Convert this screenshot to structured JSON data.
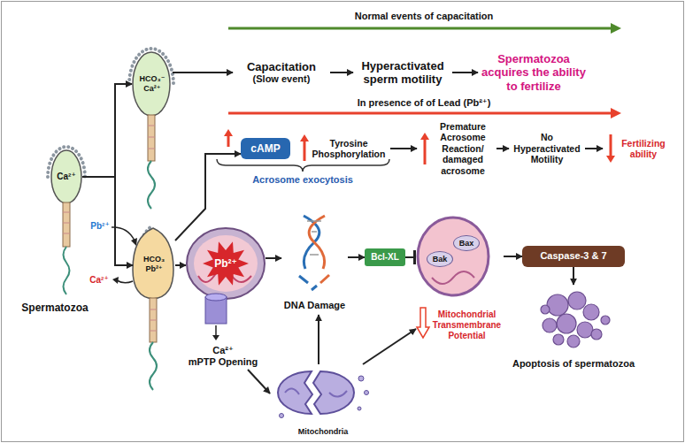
{
  "diagram": {
    "nodes": [
      {
        "text": [
          "Ca²⁺"
        ]
      },
      {
        "text": [
          "HCO₃⁻ Ca²⁺"
        ]
      },
      {
        "text": [
          "HCO₃ Pb²⁺"
        ]
      },
      {
        "text": [
          "Capacitation",
          "(Slow event)"
        ]
      },
      {
        "text": [
          "Hyperactivated sperm motility"
        ]
      },
      {
        "text": [
          "Spermatozoa acquires the ability to fertilize"
        ]
      },
      {
        "text": [
          "cAMP"
        ]
      },
      {
        "text": [
          "Tyrosine Phosphorylation"
        ]
      },
      {
        "text": [
          "Premature Acrosome Reaction/ damaged acrosome"
        ]
      },
      {
        "text": [
          "No Hyperactivated Motility"
        ]
      },
      {
        "text": [
          "Fertilizing ability"
        ]
      },
      {
        "text": [
          "Pb²⁺"
        ]
      },
      {
        "text": [
          "Ca²⁺",
          "mPTP Opening"
        ]
      },
      {
        "text": [
          "DNA Damage"
        ]
      },
      {
        "text": [
          "Bcl-XL"
        ]
      },
      {
        "text": [
          "Mitochondrial Transmembrane Potential"
        ]
      },
      {
        "text": [
          "Bak"
        ],
        "in": 15
      },
      {
        "text": [
          "Bax"
        ],
        "in": 15
      },
      {
        "text": [
          "Mitochondria"
        ]
      },
      {
        "text": [
          "Caspase-3 & 7"
        ]
      },
      {
        "text": [
          "Apoptosis of spermatozoa"
        ]
      }
    ],
    "edges": [
      {
        "from": 0,
        "to": 1,
        "arrow": "to"
      },
      {
        "from": 0,
        "to": 2,
        "arrow": "to"
      },
      {
        "from": 1,
        "to": 3,
        "arrow": "to"
      },
      {
        "from": 3,
        "to": 4,
        "arrow": "to"
      },
      {
        "from": 4,
        "to": 5,
        "arrow": "to"
      },
      {
        "from": 2,
        "to": 6,
        "arrow": "to"
      },
      {
        "from": 7,
        "to": 8,
        "arrow": "to"
      },
      {
        "from": 8,
        "to": 9,
        "arrow": "to"
      },
      {
        "from": 9,
        "to": 10,
        "arrow": "to"
      },
      {
        "from": 2,
        "to": 11,
        "arrow": "to"
      },
      {
        "from": 11,
        "to": 13,
        "arrow": "to"
      },
      {
        "from": 13,
        "to": 14,
        "arrow": "to"
      },
      {
        "from": 14,
        "to": 15,
        "arrow": "to"
      },
      {
        "from": 15,
        "to": 19,
        "arrow": "to"
      },
      {
        "from": 19,
        "to": 20,
        "arrow": "to"
      },
      {
        "from": 12,
        "to": 18,
        "arrow": "to"
      },
      {
        "from": 18,
        "to": 13,
        "arrow": "to"
      },
      {
        "from": 18,
        "to": 15,
        "arrow": "to"
      }
    ],
    "labels": [
      "Normal events of capacitation",
      "In presence of of Lead (Pb²⁺)",
      "Spermatozoa",
      "Pb²⁺",
      "Ca²⁺",
      "Acrosome exocytosis"
    ]
  }
}
